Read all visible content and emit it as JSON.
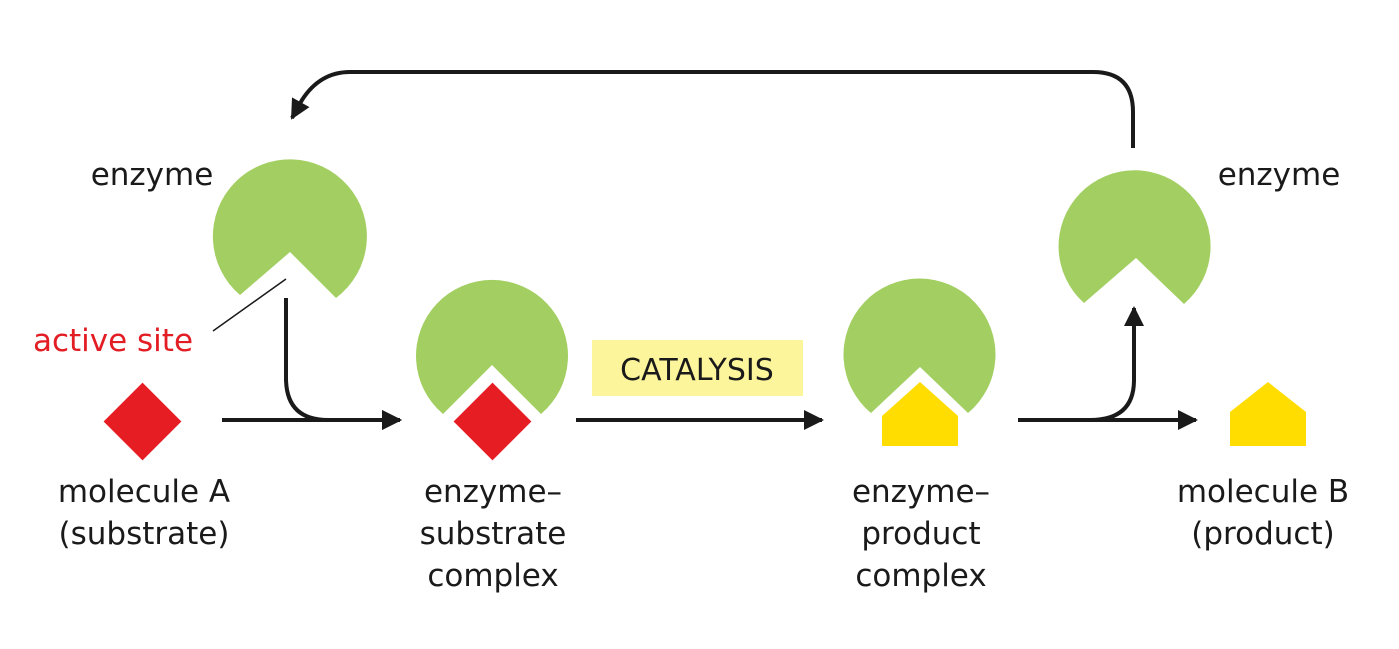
{
  "labels": {
    "enzyme_left": "enzyme",
    "enzyme_right": "enzyme",
    "active_site": "active site",
    "catalysis": "CATALYSIS",
    "molecule_a": [
      "molecule A",
      "(substrate)"
    ],
    "es_complex": [
      "enzyme–",
      "substrate",
      "complex"
    ],
    "ep_complex": [
      "enzyme–",
      "product",
      "complex"
    ],
    "molecule_b": [
      "molecule B",
      "(product)"
    ]
  },
  "colors": {
    "enzyme": "#a3cf62",
    "substrate": "#e71d24",
    "product": "#ffdd00",
    "catalysis_box": "#fdf59c",
    "arrow": "#1a1a1a",
    "active_site_text": "#e31d24",
    "text": "#1a1a1a"
  }
}
